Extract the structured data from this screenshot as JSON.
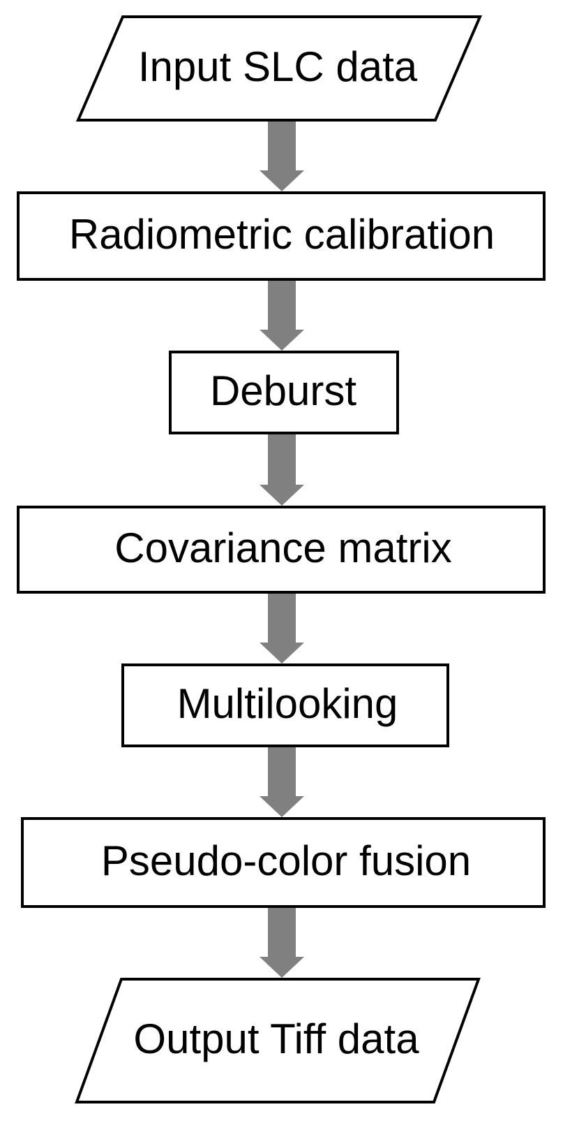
{
  "diagram": {
    "type": "flowchart",
    "direction": "top-to-bottom",
    "arrow_color": "#808080",
    "border_color": "#000000",
    "nodes": [
      {
        "id": "input",
        "shape": "parallelogram",
        "label": "Input SLC data"
      },
      {
        "id": "radiometric",
        "shape": "rectangle",
        "label": "Radiometric calibration"
      },
      {
        "id": "deburst",
        "shape": "rectangle",
        "label": "Deburst"
      },
      {
        "id": "covariance",
        "shape": "rectangle",
        "label": "Covariance matrix"
      },
      {
        "id": "multilooking",
        "shape": "rectangle",
        "label": "Multilooking"
      },
      {
        "id": "pseudocolor",
        "shape": "rectangle",
        "label": "Pseudo-color fusion"
      },
      {
        "id": "output",
        "shape": "parallelogram",
        "label": "Output Tiff data"
      }
    ],
    "edges": [
      {
        "from": "input",
        "to": "radiometric"
      },
      {
        "from": "radiometric",
        "to": "deburst"
      },
      {
        "from": "deburst",
        "to": "covariance"
      },
      {
        "from": "covariance",
        "to": "multilooking"
      },
      {
        "from": "multilooking",
        "to": "pseudocolor"
      },
      {
        "from": "pseudocolor",
        "to": "output"
      }
    ]
  }
}
